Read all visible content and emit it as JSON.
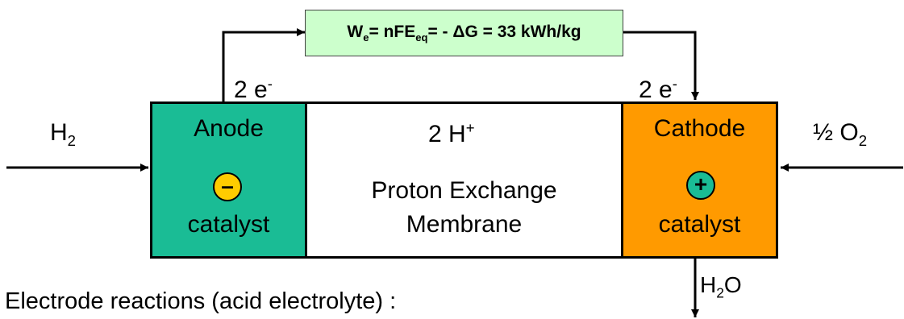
{
  "work": {
    "W": "W",
    "W_sub": "e",
    "middle": "= nFE",
    "eq_sub": "eq",
    "rest": "= - ΔG = 33 kWh/kg"
  },
  "electrons": {
    "left": "2 e",
    "right": "2 e",
    "sup": "-"
  },
  "inputs": {
    "h2_base": "H",
    "h2_sub": "2",
    "o2_prefix": "½ O",
    "o2_sub": "2"
  },
  "anode": {
    "title": "Anode",
    "sign": "–",
    "subtitle": "catalyst"
  },
  "membrane": {
    "protons": "2 H",
    "protons_sup": "+",
    "line1": "Proton Exchange",
    "line2": "Membrane"
  },
  "cathode": {
    "title": "Cathode",
    "sign": "+",
    "subtitle": "catalyst"
  },
  "output": {
    "h2o_base": "H",
    "h2o_sub": "2",
    "h2o_end": "O"
  },
  "caption": "Electrode reactions (acid electrolyte) :",
  "colors": {
    "anode": "#1abc95",
    "cathode": "#ff9a00",
    "work_box": "#ccffcc",
    "anode_badge": "#ffcc00",
    "cathode_badge": "#1abc95"
  }
}
